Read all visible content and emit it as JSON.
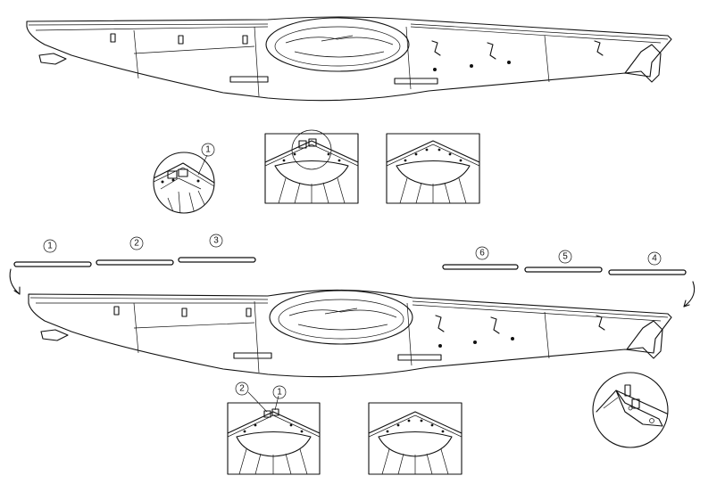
{
  "callouts": {
    "detail_top": "1",
    "strip_1": "1",
    "strip_2": "2",
    "strip_3": "3",
    "strip_4": "4",
    "strip_5": "5",
    "strip_6": "6",
    "detail_bottom_1": "1",
    "detail_bottom_2": "2"
  },
  "style": {
    "line_color": "#111111",
    "background": "#ffffff"
  }
}
